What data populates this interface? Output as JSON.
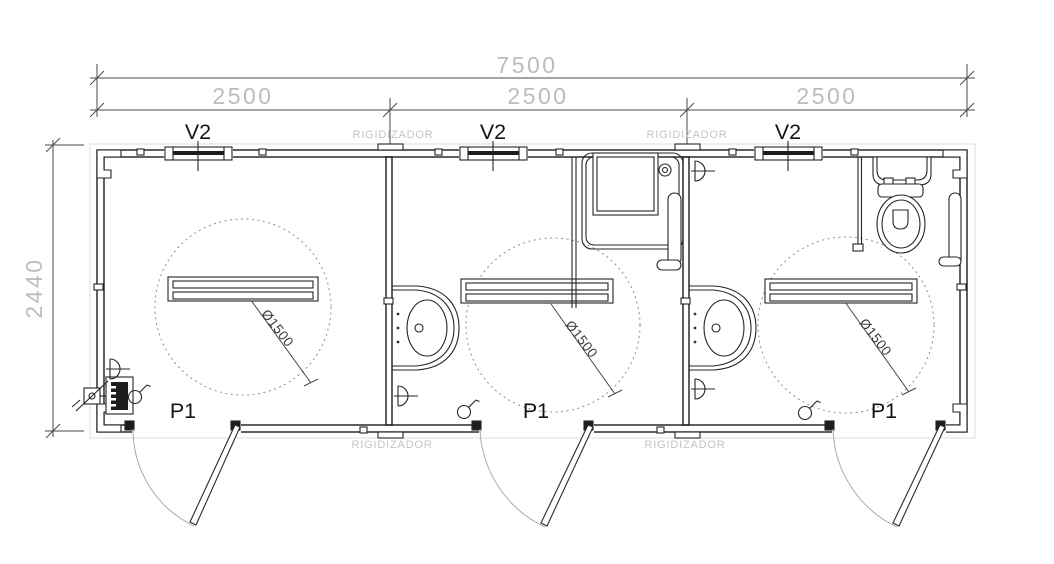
{
  "plan": {
    "dimensions": {
      "total_width": "7500",
      "module_width_1": "2500",
      "module_width_2": "2500",
      "module_width_3": "2500",
      "depth": "2440"
    },
    "labels": {
      "stiffener": "RIGIDIZADOR",
      "window_type": "V2",
      "door_type": "P1",
      "turning_circle_diameter": "Ø1500"
    }
  }
}
